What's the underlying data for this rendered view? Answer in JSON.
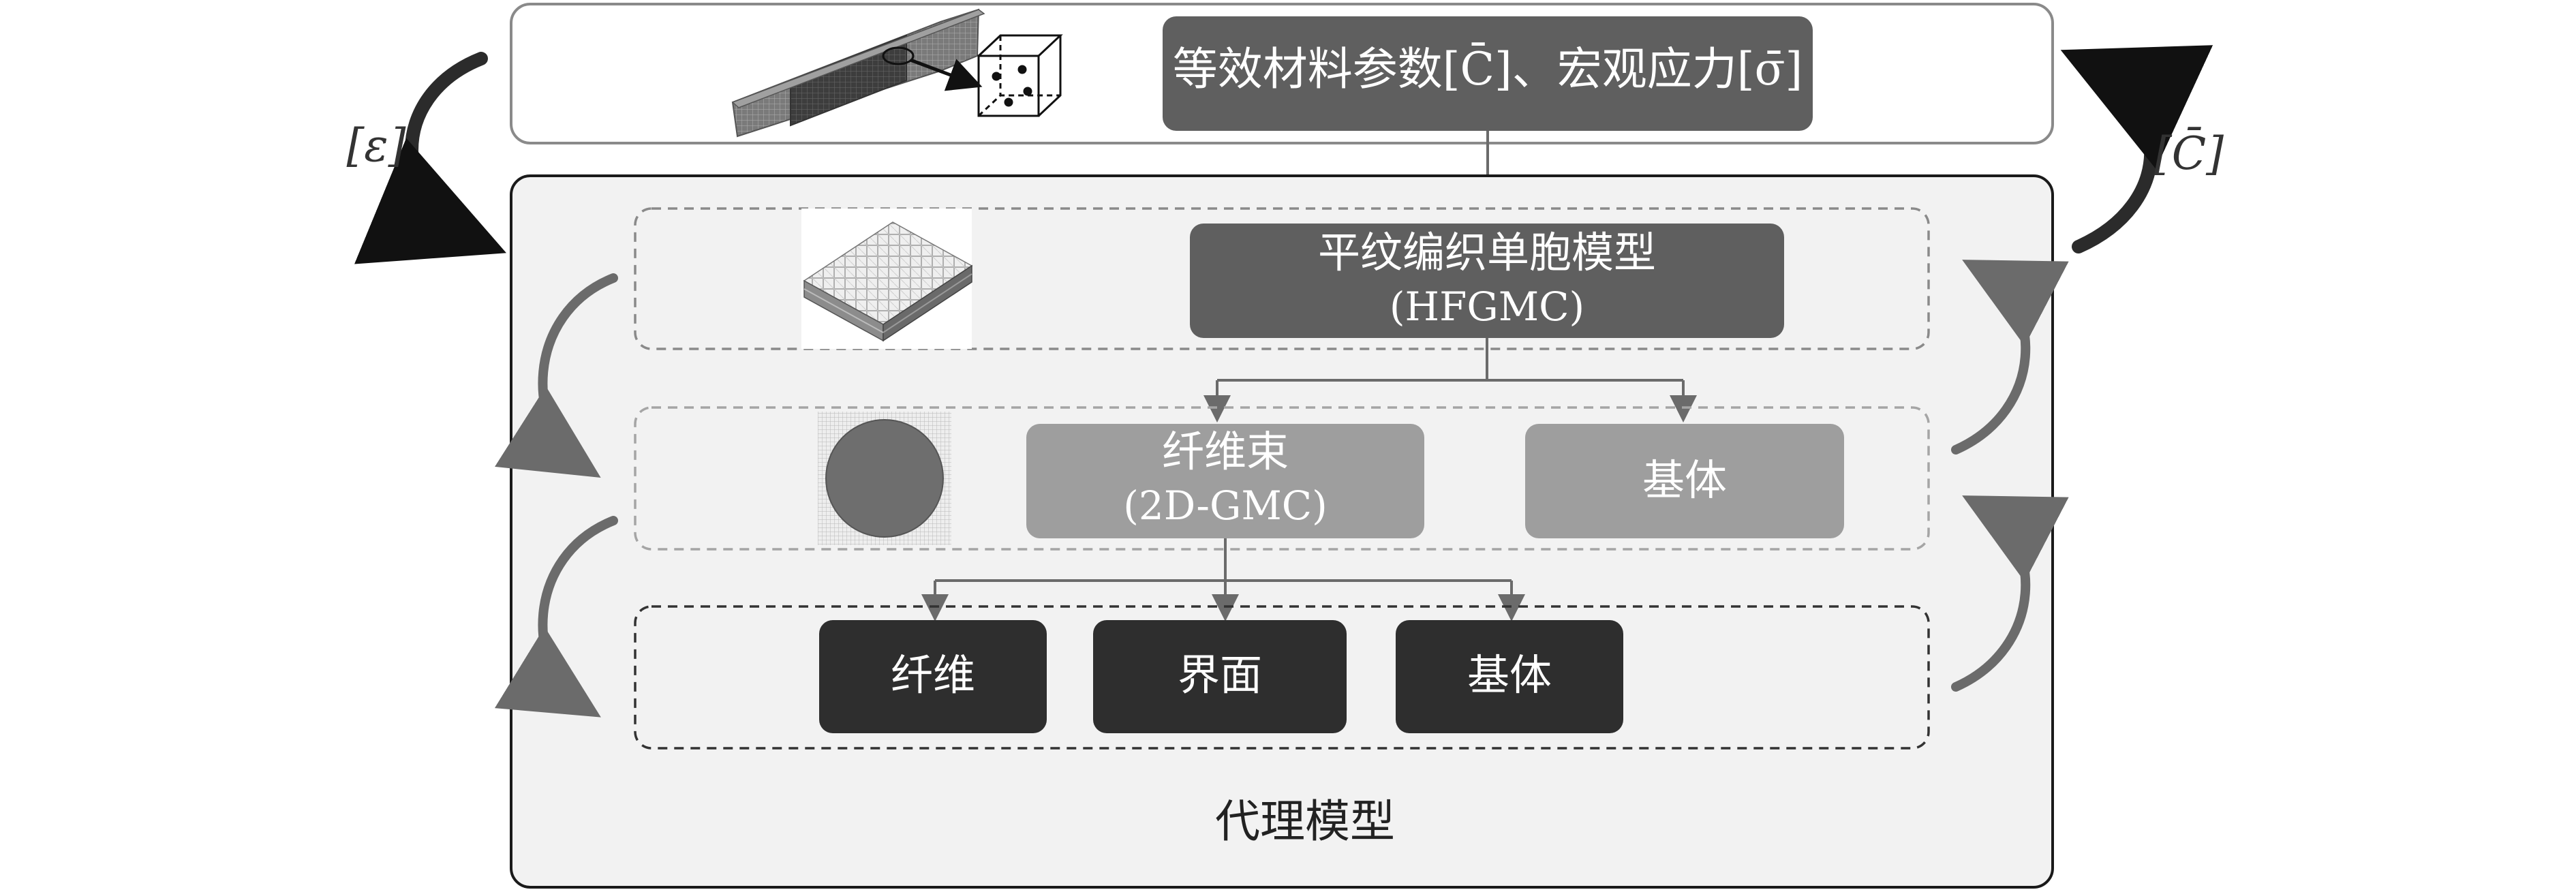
{
  "top_panel": {
    "label": "等效材料参数[C̄]、宏观应力[σ̄]",
    "color": "#5f5f5f"
  },
  "side_labels": {
    "left": "[ε]",
    "right": "[C̄]"
  },
  "level1": {
    "title": "平纹编织单胞模型",
    "subtitle": "(HFGMC)",
    "color": "#5f5f5f"
  },
  "level2": {
    "bundle_title": "纤维束",
    "bundle_subtitle": "(2D-GMC)",
    "matrix_label": "基体",
    "color": "#9e9e9e"
  },
  "level3": {
    "fiber_label": "纤维",
    "interface_label": "界面",
    "matrix_label": "基体",
    "color": "#2e2e2e"
  },
  "surrogate_label": "代理模型"
}
